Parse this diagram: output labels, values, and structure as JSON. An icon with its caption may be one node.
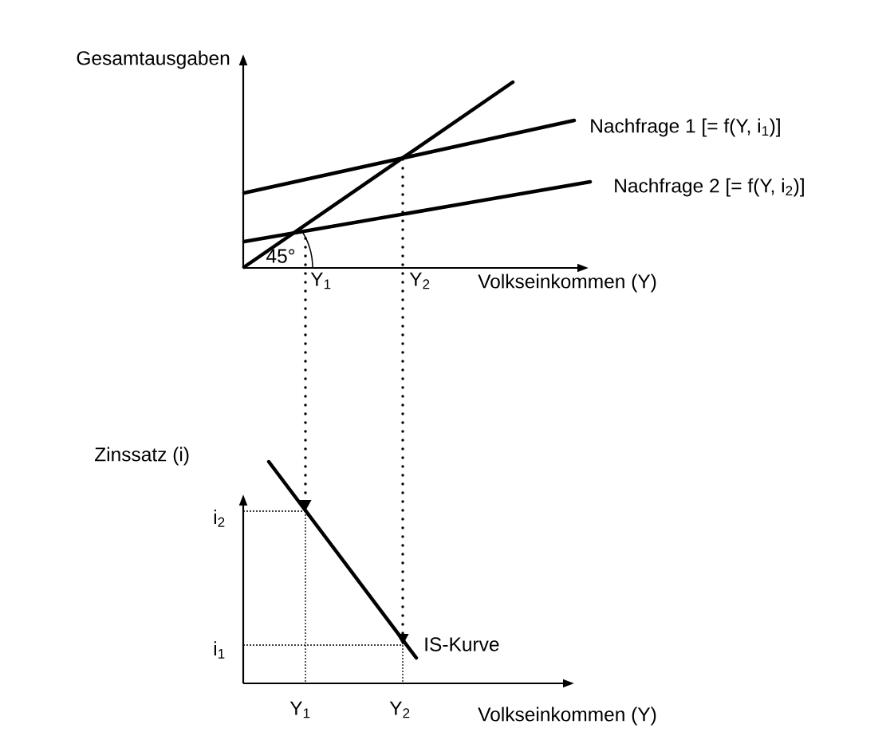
{
  "diagram": {
    "labels": [
      "Gesamtausgaben",
      "Nachfrage 1 [= f(Y, i$_{1}$)]",
      "Nachfrage 2 [= f(Y, i$_{2}$)]",
      "45°",
      "Y$_{1}$",
      "Y$_{2}$",
      "Volkseinkommen (Y)",
      "Zinssatz (i)",
      "i$_{2}$",
      "i$_{1}$",
      "IS-Kurve",
      "Y$_{1}$",
      "Y$_{2}$",
      "Volkseinkommen (Y)"
    ]
  }
}
